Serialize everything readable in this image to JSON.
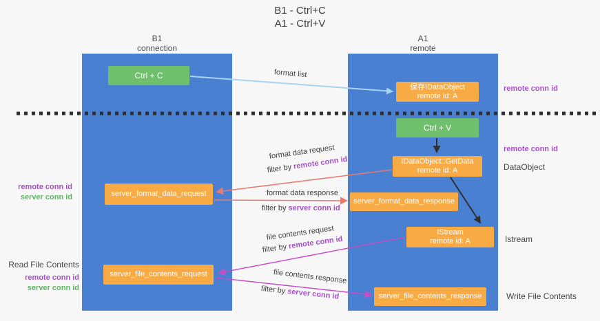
{
  "title": {
    "line1": "B1 - Ctrl+C",
    "line2": "A1 - Ctrl+V"
  },
  "lanes": {
    "left": {
      "name": "B1",
      "subtitle": "connection"
    },
    "right": {
      "name": "A1",
      "subtitle": "remote"
    }
  },
  "boxes": {
    "ctrl_c": {
      "label": "Ctrl + C"
    },
    "save_idataobject": {
      "line1": "保存IDataObject",
      "line2": "remote id: A"
    },
    "ctrl_v": {
      "label": "Ctrl + V"
    },
    "getdata": {
      "line1": "IDataObject::GetData",
      "line2": "remote id: A"
    },
    "format_request": {
      "label": "server_format_data_request"
    },
    "format_response": {
      "label": "server_format_data_response"
    },
    "istream": {
      "line1": "IStream",
      "line2": "remote id: A"
    },
    "file_request": {
      "label": "server_file_contents_request"
    },
    "file_response": {
      "label": "server_file_contents_response"
    }
  },
  "flows": {
    "format_list": {
      "label": "format list"
    },
    "format_request": {
      "label": "format data request",
      "filter_prefix": "filter by ",
      "filter_key": "remote conn id"
    },
    "format_response": {
      "label": "format data response",
      "filter_prefix": "filter by ",
      "filter_key": "server conn id"
    },
    "file_request": {
      "label": "file contents request",
      "filter_prefix": "filter by ",
      "filter_key": "remote conn id"
    },
    "file_response": {
      "label": "file contents response",
      "filter_prefix": "filter by ",
      "filter_key": "server conn id"
    }
  },
  "annotations": {
    "right_conn_top": "remote conn id",
    "right_conn_mid": "remote conn id",
    "dataobject": "DataObject",
    "istream": "Istream",
    "write_file": "Write File Contents",
    "left_format_remote": "remote conn id",
    "left_format_server": "server conn id",
    "read_file": "Read File Contents",
    "left_file_remote": "remote conn id",
    "left_file_server": "server conn id"
  },
  "colors": {
    "lane": "#4a80d2",
    "green": "#6fbf6d",
    "orange": "#f8ab45",
    "purple": "#a650c8",
    "greentext": "#5cb860",
    "salmon": "#e87a72",
    "magenta": "#c44fc4",
    "lightblue": "#a8d2f2",
    "dark": "#303030",
    "bg": "#f7f7f8"
  }
}
